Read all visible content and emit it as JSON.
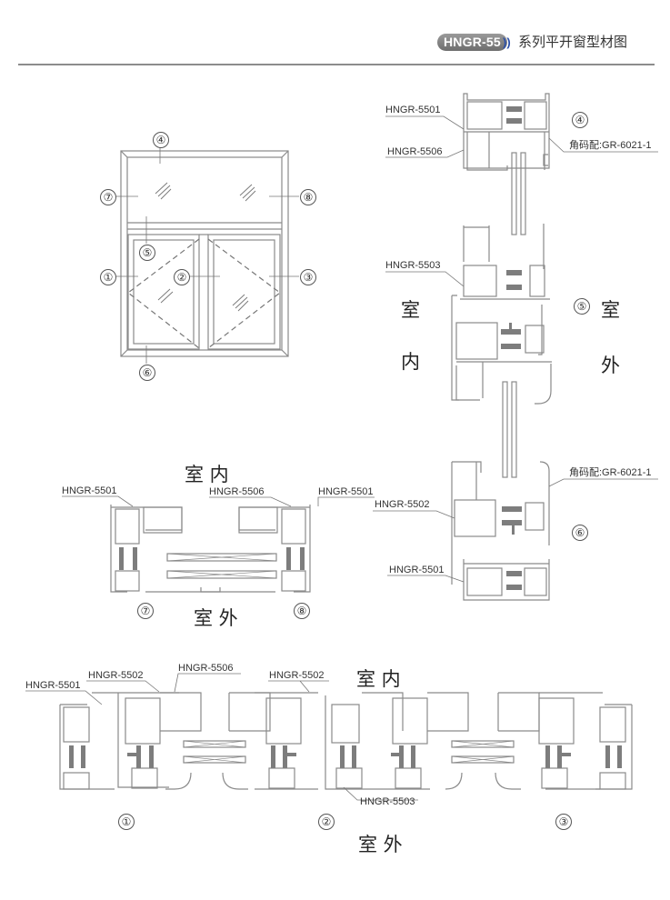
{
  "header": {
    "badge": "HNGR-55",
    "chevrons": "))",
    "title": "系列平开窗型材图"
  },
  "elevation": {
    "markers": [
      "①",
      "②",
      "③",
      "④",
      "⑤",
      "⑥",
      "⑦",
      "⑧"
    ]
  },
  "vertical_section": {
    "labels": {
      "top_frame": "HNGR-5501",
      "top_transom": "HNGR-5506",
      "corner_top": "角码配:GR-6021-1",
      "mid_transom": "HNGR-5503",
      "sash_bottom": "HNGR-5502",
      "corner_bottom": "角码配:GR-6021-1",
      "bottom_frame": "HNGR-5501"
    },
    "markers": {
      "m4": "④",
      "m5": "⑤",
      "m6": "⑥"
    },
    "indoor": [
      "室",
      "内"
    ],
    "outdoor": [
      "室",
      "外"
    ]
  },
  "fixed_section": {
    "indoor": "室 内",
    "outdoor": "室 外",
    "labels": {
      "left_frame": "HNGR-5501",
      "mid": "HNGR-5506",
      "right_frame": "HNGR-5501"
    },
    "markers": {
      "m7": "⑦",
      "m8": "⑧"
    }
  },
  "horizontal_section": {
    "indoor": "室 内",
    "outdoor": "室 外",
    "labels": {
      "frame_left": "HNGR-5501",
      "sash_left": "HNGR-5502",
      "bead_left": "HNGR-5506",
      "sash_right": "HNGR-5502",
      "mullion": "HNGR-5503"
    },
    "markers": {
      "m1": "①",
      "m2": "②",
      "m3": "③"
    }
  },
  "colors": {
    "profile_stroke": "#9a9a9a",
    "thermal_break": "#7d7d7d",
    "header_rule": "#8c8c8c",
    "chevron": "#2a4fa8"
  }
}
